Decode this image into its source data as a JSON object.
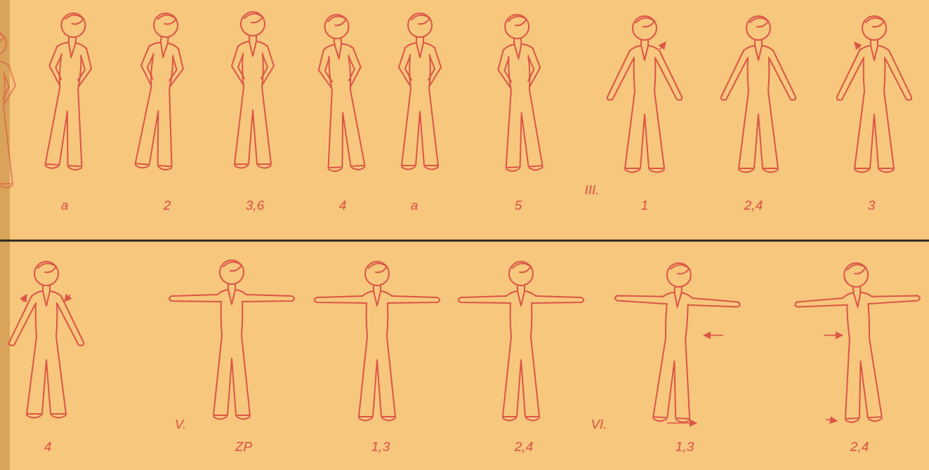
{
  "diagram": {
    "labels": [
      "a",
      "2",
      "3,6",
      "4",
      "a",
      "5",
      "III.",
      "1",
      "2,4",
      "3",
      "4",
      "V.",
      "ZP",
      "1,3",
      "2,4",
      "VI.",
      "1,3",
      "2,4"
    ]
  }
}
